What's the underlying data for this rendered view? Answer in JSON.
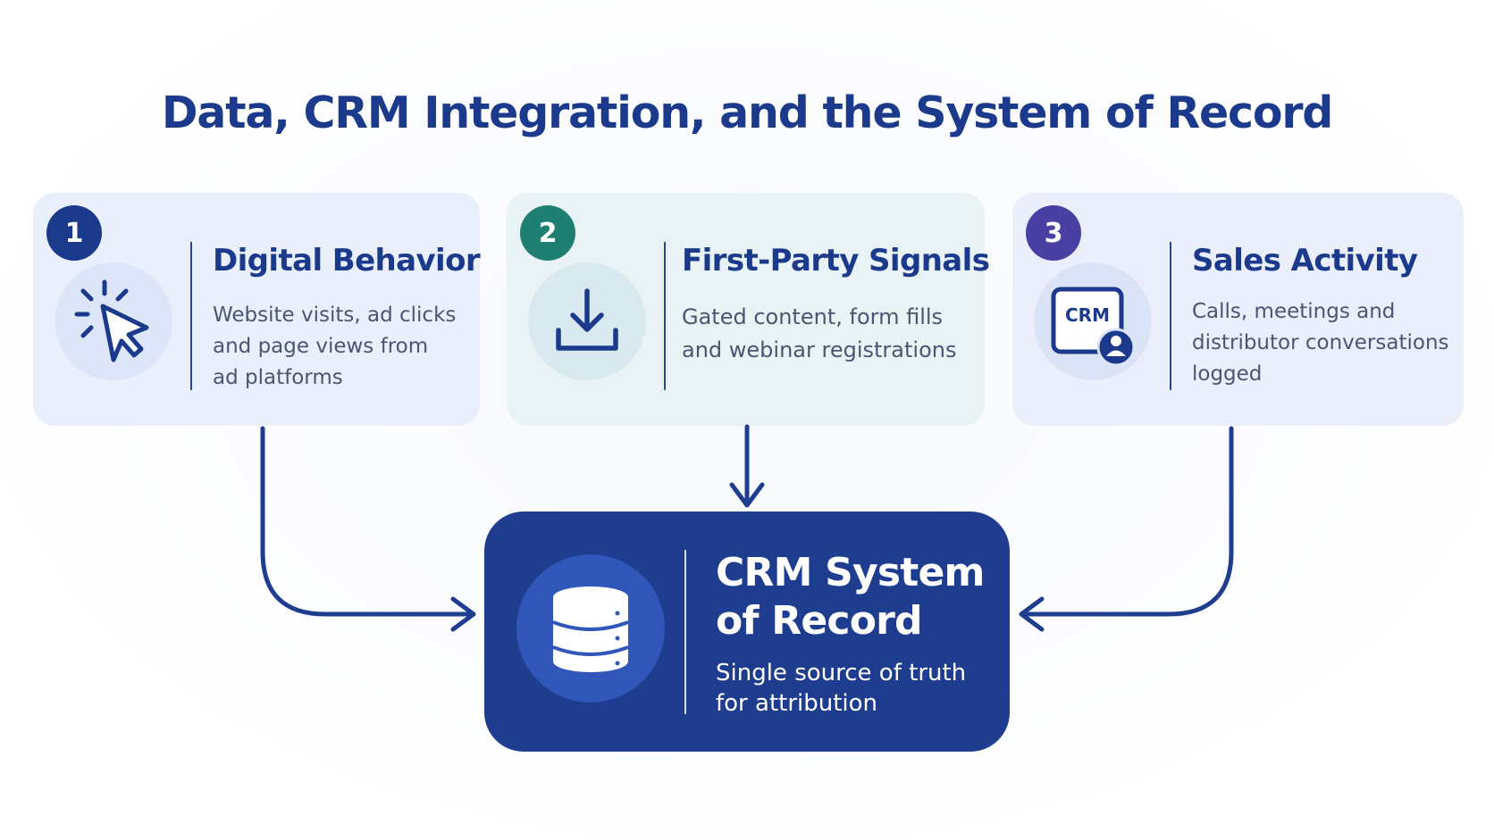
{
  "title": "Data, CRM Integration, and the System of Record",
  "colors": {
    "primary": "#1b3a8c",
    "teal": "#1e7f72",
    "purple": "#4a3fa3",
    "crm_box": "#1f3d8e"
  },
  "sources": [
    {
      "number": "1",
      "title": "Digital Behavior",
      "text": "Website visits, ad clicks\nand page views from\nad platforms",
      "icon": "cursor-click-icon"
    },
    {
      "number": "2",
      "title": "First-Party Signals",
      "text": "Gated content, form fills\nand webinar registrations",
      "icon": "download-icon"
    },
    {
      "number": "3",
      "title": "Sales Activity",
      "text": "Calls, meetings and\ndistributor conversations\nlogged",
      "icon": "crm-user-icon",
      "icon_label": "CRM"
    }
  ],
  "crm": {
    "title": "CRM System\nof Record",
    "text": "Single source of truth\nfor attribution",
    "icon": "database-icon"
  }
}
